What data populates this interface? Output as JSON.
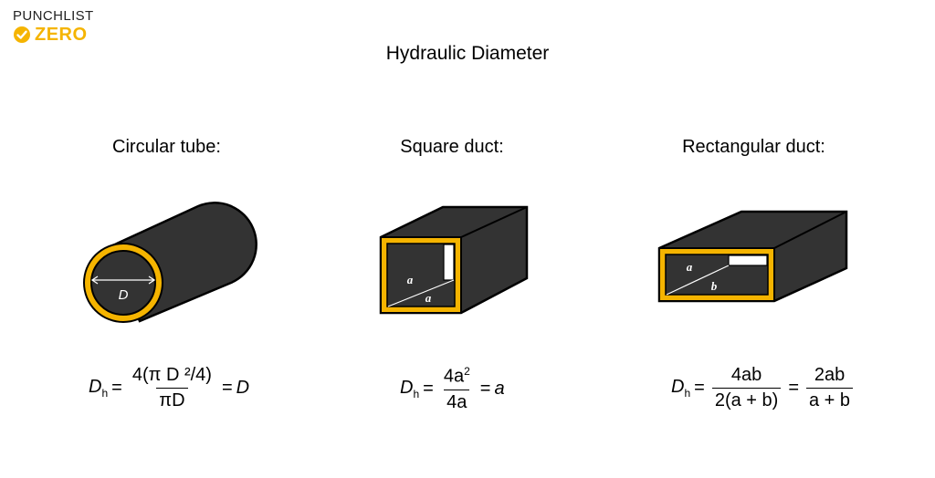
{
  "logo": {
    "line1": "PUNCHLIST",
    "line2": "ZERO",
    "brand_color": "#f5b400"
  },
  "title": "Hydraulic Diameter",
  "colors": {
    "body": "#333333",
    "outline": "#000000",
    "ring": "#f5b400",
    "inner": "#ffffff"
  },
  "columns": {
    "circular": {
      "label": "Circular tube:",
      "dim_label": "D",
      "formula": {
        "lhs": "D",
        "lhs_sub": "h",
        "eq": "=",
        "num": "4(π D ²/4)",
        "den": "πD",
        "eq2": "=",
        "result": "D"
      }
    },
    "square": {
      "label": "Square duct:",
      "dim_label_1": "a",
      "dim_label_2": "a",
      "formula": {
        "lhs": "D",
        "lhs_sub": "h",
        "eq": "=",
        "num_base": "4a",
        "num_sup": "2",
        "den": "4a",
        "eq2": "=",
        "result": "a"
      }
    },
    "rectangular": {
      "label": "Rectangular duct:",
      "dim_label_1": "a",
      "dim_label_2": "b",
      "formula": {
        "lhs": "D",
        "lhs_sub": "h",
        "eq": "=",
        "num1": "4ab",
        "den1": "2(a + b)",
        "eq2": "=",
        "num2": "2ab",
        "den2": "a + b"
      }
    }
  }
}
